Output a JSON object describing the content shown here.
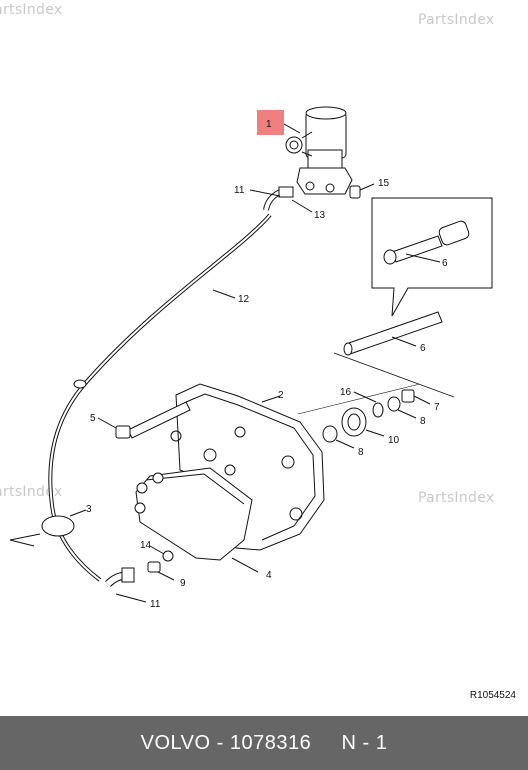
{
  "watermark": "PartsIndex",
  "reference_code": "R1054524",
  "footer": {
    "brand": "VOLVO",
    "separator": " - ",
    "part_number": "1078316",
    "gap": "     ",
    "page": "N - 1"
  },
  "callouts": {
    "c1": "1",
    "c2": "2",
    "c3": "3",
    "c4": "4",
    "c5": "5",
    "c6a": "6",
    "c6b": "6",
    "c7": "7",
    "c8a": "8",
    "c8b": "8",
    "c9": "9",
    "c10": "10",
    "c11a": "11",
    "c11b": "11",
    "c12": "12",
    "c13": "13",
    "c14": "14",
    "c15": "15",
    "c16": "16"
  },
  "colors": {
    "highlight": "#f08080",
    "footer_bg": "#666666"
  }
}
